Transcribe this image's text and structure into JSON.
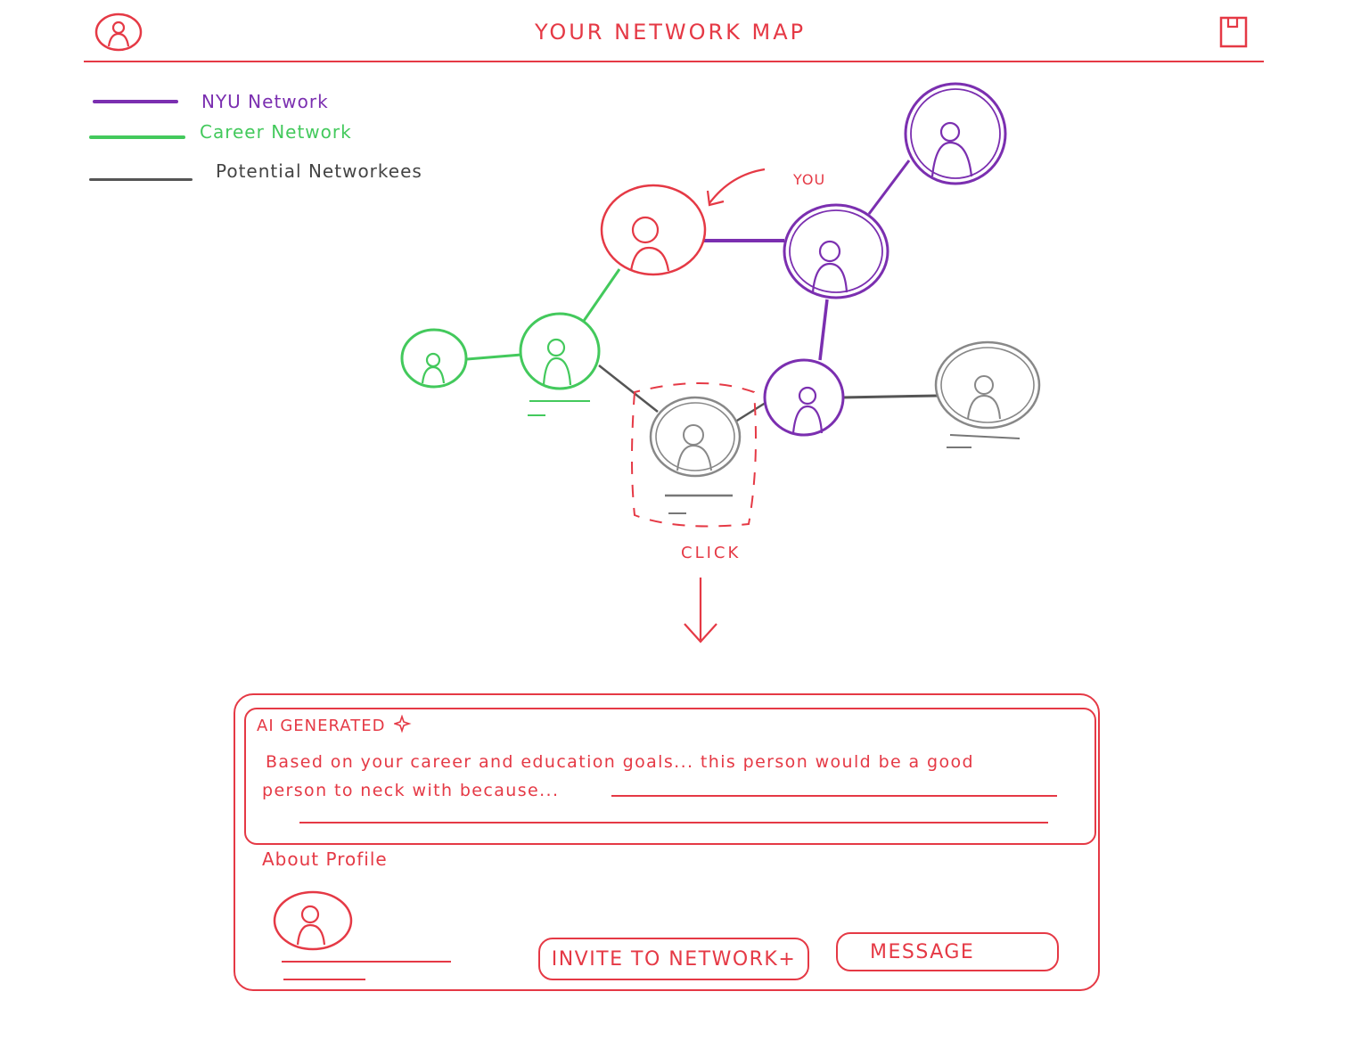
{
  "header": {
    "title": "YOUR NETWORK MAP",
    "profile_icon": "person-avatar-icon",
    "save_icon": "bookmark-icon"
  },
  "legend": [
    {
      "label": "NYU Network",
      "color": "#7b2fb0"
    },
    {
      "label": "Career Network",
      "color": "#43c95c"
    },
    {
      "label": "Potential Networkees",
      "color": "#555555"
    }
  ],
  "map": {
    "you_label": "YOU",
    "click_label": "CLICK"
  },
  "panel": {
    "ai_heading": "AI GENERATED",
    "ai_text_line1": "Based on your career and education goals... this person would be a good",
    "ai_text_line2": "person to neck with because...",
    "about_label": "About Profile",
    "invite_button": "INVITE TO NETWORK+",
    "message_button": "MESSAGE"
  },
  "colors": {
    "accent": "#e53945",
    "nyu": "#7b2fb0",
    "career": "#43c95c",
    "potential": "#555555"
  }
}
